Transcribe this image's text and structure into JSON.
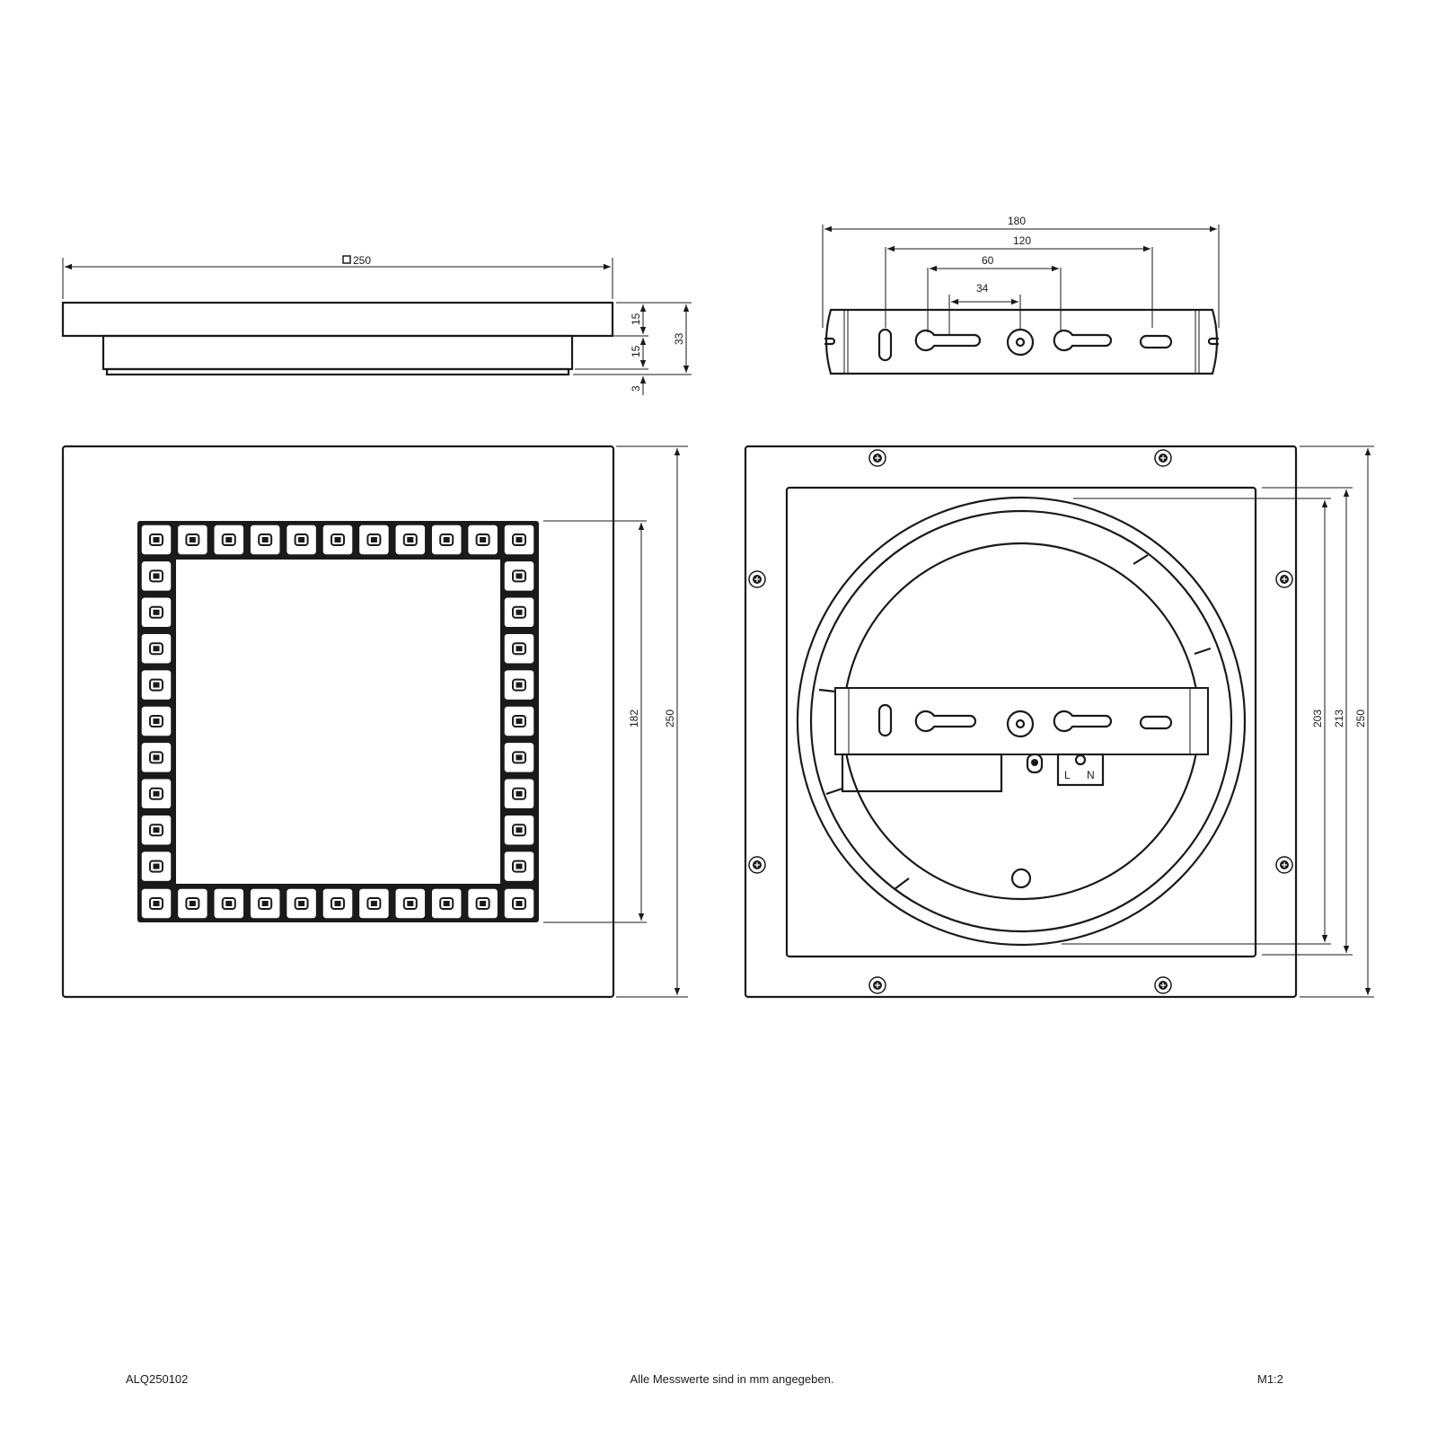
{
  "side_view": {
    "width_label": "250",
    "dim_top": "15",
    "dim_mid": "15",
    "dim_bottom": "3",
    "dim_total": "33"
  },
  "bracket_view": {
    "dim_180": "180",
    "dim_120": "120",
    "dim_60": "60",
    "dim_34": "34"
  },
  "front_view": {
    "dim_led": "182",
    "dim_total": "250",
    "leds_per_side": 11
  },
  "back_view": {
    "dim_203": "203",
    "dim_213": "213",
    "dim_250": "250",
    "terminal_l": "L",
    "terminal_n": "N"
  },
  "footer": {
    "article": "ALQ250102",
    "note": "Alle Messwerte sind in mm angegeben.",
    "scale": "M1:2"
  }
}
